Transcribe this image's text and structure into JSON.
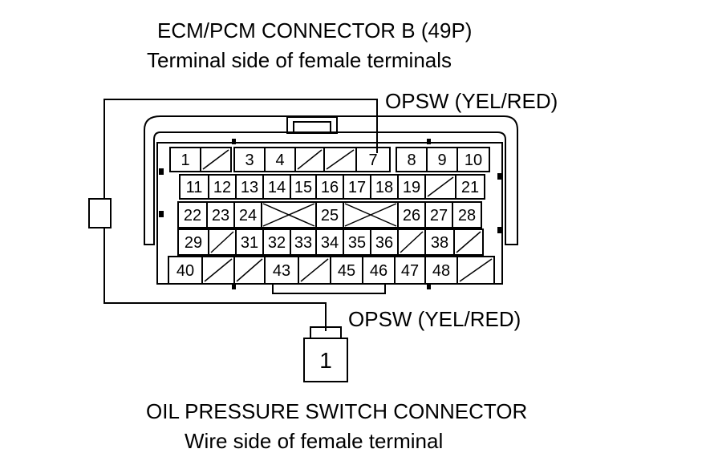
{
  "ecm_connector": {
    "title": "ECM/PCM CONNECTOR B (49P)",
    "subtitle": "Terminal side of female terminals",
    "wire_label": "OPSW (YEL/RED)",
    "rows": [
      [
        "1",
        "/",
        "",
        "3",
        "4",
        "/",
        "/",
        "7",
        "8",
        "9",
        "10"
      ],
      [
        "11",
        "12",
        "13",
        "14",
        "15",
        "16",
        "17",
        "18",
        "19",
        "/",
        "21"
      ],
      [
        "22",
        "23",
        "24",
        "X",
        "25",
        "X",
        "26",
        "27",
        "28"
      ],
      [
        "29",
        "/",
        "31",
        "32",
        "33",
        "34",
        "35",
        "36",
        "/",
        "38",
        "/"
      ],
      [
        "40",
        "/",
        "/",
        "43",
        "/",
        "45",
        "46",
        "47",
        "48",
        "/"
      ]
    ]
  },
  "switch_connector": {
    "title": "OIL PRESSURE SWITCH CONNECTOR",
    "subtitle": "Wire side of female terminal",
    "wire_label": "OPSW (YEL/RED)",
    "terminal": "1"
  }
}
